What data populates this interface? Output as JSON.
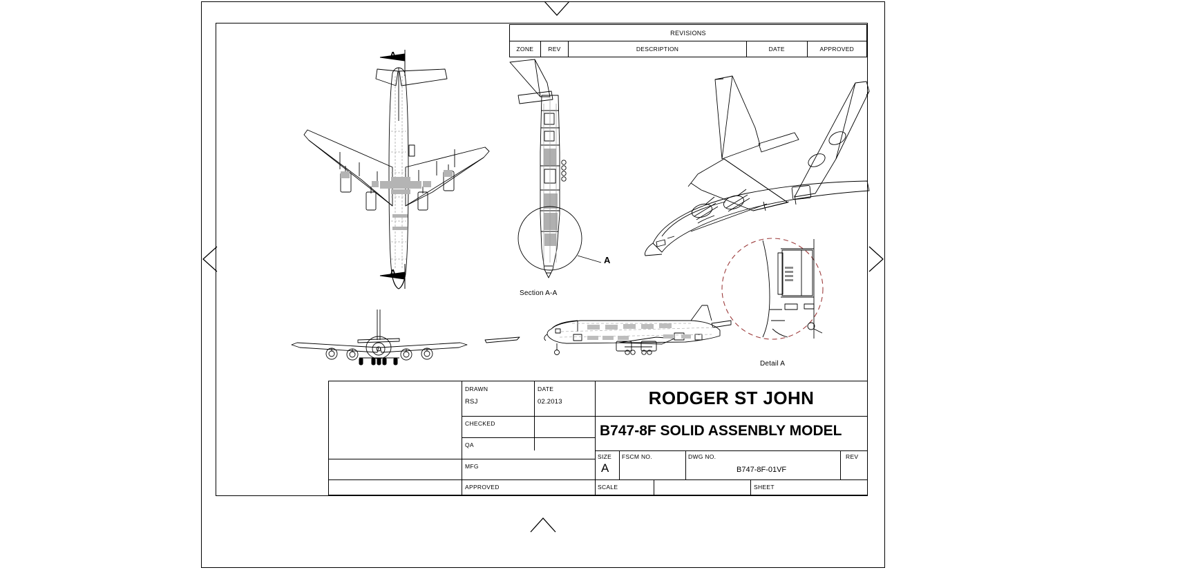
{
  "document_type": "engineering-drawing",
  "revisions": {
    "title": "REVISIONS",
    "columns": [
      "ZONE",
      "REV",
      "DESCRIPTION",
      "DATE",
      "APPROVED"
    ],
    "rows": []
  },
  "views": {
    "section_aa_label": "Section A-A",
    "detail_a_label": "Detail A",
    "section_arrow_label": "A"
  },
  "title_block": {
    "company": "RODGER ST JOHN",
    "drawing_title": "B747-8F SOLID ASSENBLY MODEL",
    "fields": [
      {
        "label": "DRAWN",
        "value": "RSJ"
      },
      {
        "label": "DATE",
        "value": "02.2013"
      },
      {
        "label": "CHECKED",
        "value": ""
      },
      {
        "label": "QA",
        "value": ""
      },
      {
        "label": "MFG",
        "value": ""
      },
      {
        "label": "APPROVED",
        "value": ""
      }
    ],
    "size": {
      "label": "SIZE",
      "value": "A"
    },
    "fscm_no": {
      "label": "FSCM NO.",
      "value": ""
    },
    "dwg_no": {
      "label": "DWG NO.",
      "value": "B747-8F-01VF"
    },
    "rev": {
      "label": "REV",
      "value": ""
    },
    "scale": {
      "label": "SCALE",
      "value": ""
    },
    "sheet": {
      "label": "SHEET",
      "value": ""
    }
  },
  "colors": {
    "line": "#000000",
    "hidden_line": "#adadad",
    "detail_circle": "#9c3b3b",
    "background": "#ffffff"
  }
}
